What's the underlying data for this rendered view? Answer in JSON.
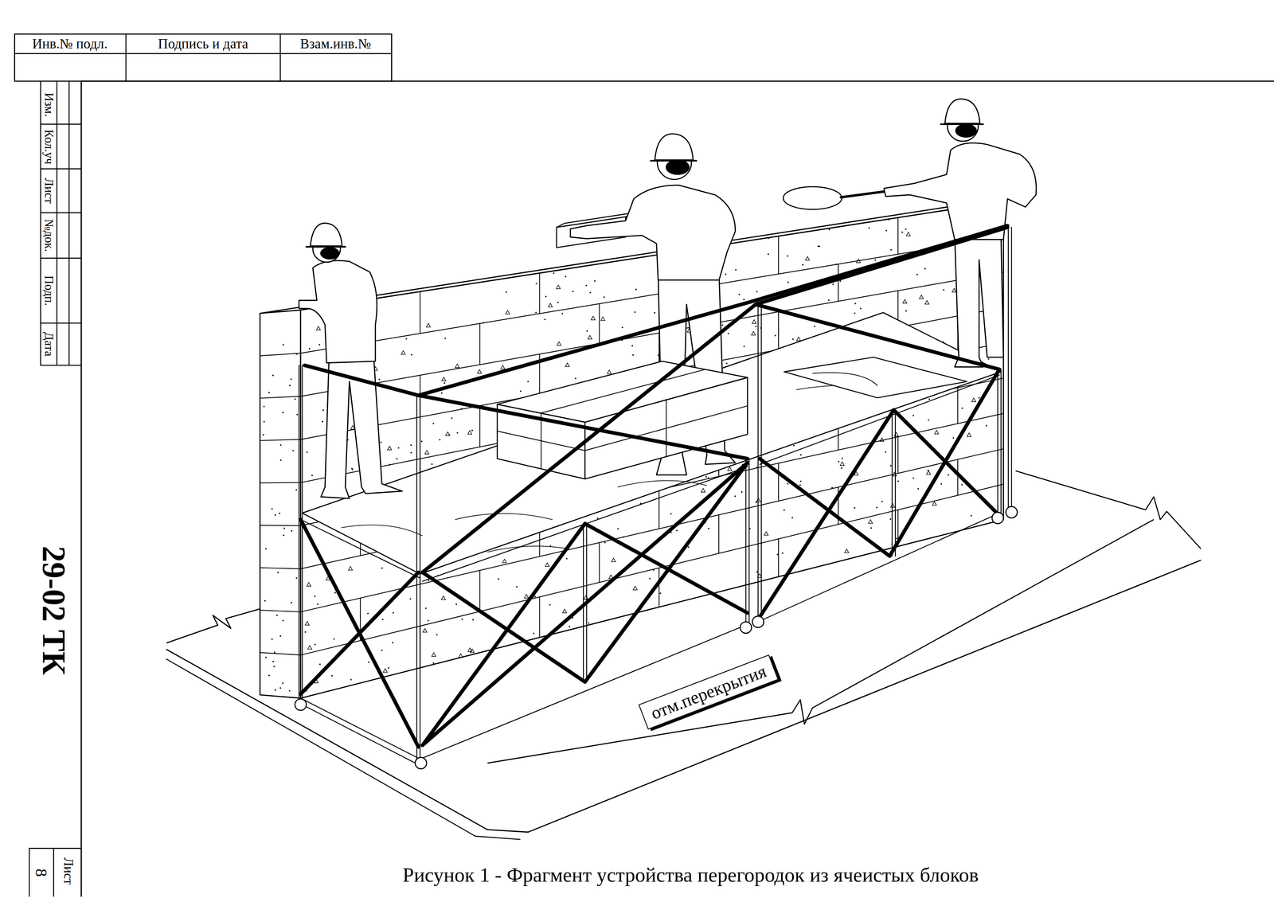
{
  "diagram": {
    "caption": "Рисунок 1 - Фрагмент устройства перегородок из ячеистых блоков",
    "nodes": [
      {
        "text": [
          "отм.перекрытия"
        ]
      }
    ],
    "labels": [
      "Инв.№ подл.",
      "Подпись и дата",
      "Взам.инв.№",
      "Изм.",
      "Кол.уч",
      "Лист",
      "№док.",
      "Подп.",
      "Дата",
      "29-02 ТК",
      "Лист",
      "8"
    ]
  }
}
